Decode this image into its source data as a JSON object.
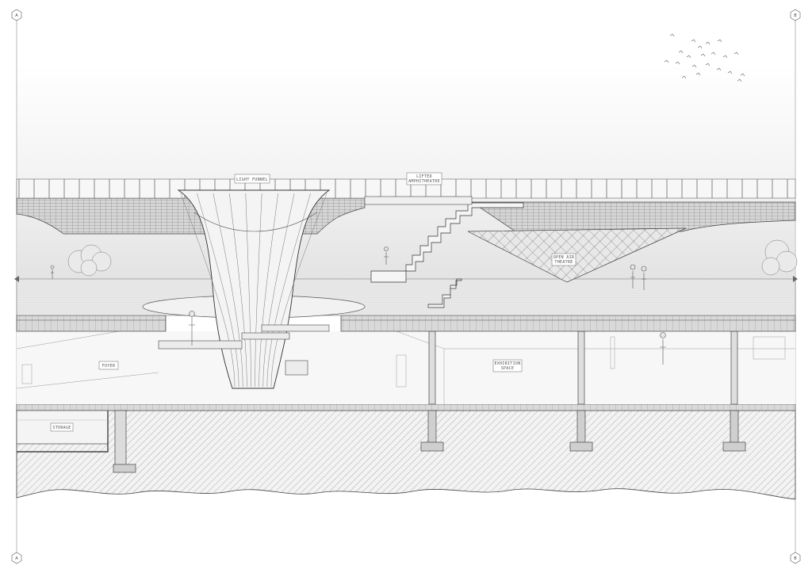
{
  "labels": {
    "light_funnel": "LIGHT FUNNEL",
    "lifted_amphitheatre_1": "LIFTED",
    "lifted_amphitheatre_2": "AMPHITHEATRE",
    "open_air_1": "OPEN AIR",
    "open_air_2": "THEATRE",
    "foyer": "FOYER",
    "exhibition_1": "EXHIBITION",
    "exhibition_2": "SPACE",
    "storage": "STORAGE"
  },
  "section_markers": {
    "top_left": "A",
    "top_right": "B",
    "bottom_left": "A",
    "bottom_right": "B"
  },
  "colors": {
    "line": "#3a3a3a",
    "hatch": "#9a9a9a",
    "plaza": "#e9e9e9",
    "sky_top": "#ffffff",
    "sky_bottom": "#e4e4e4"
  }
}
